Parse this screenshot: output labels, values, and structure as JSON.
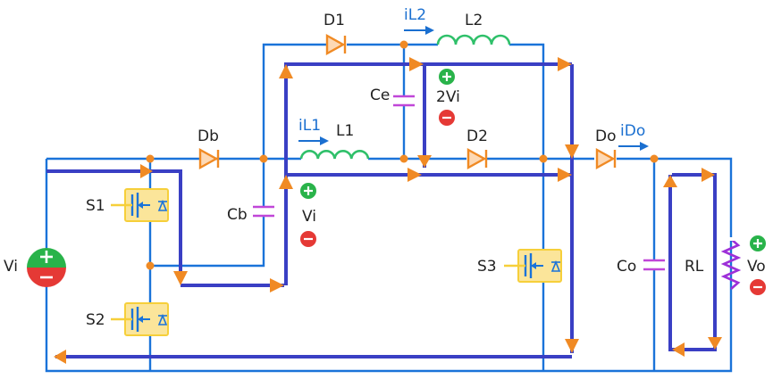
{
  "labels": {
    "d1": "D1",
    "l2": "L2",
    "il2": "iL2",
    "ce": "Ce",
    "v2": "2Vi",
    "db": "Db",
    "il1": "iL1",
    "l1": "L1",
    "d2": "D2",
    "do": "Do",
    "ido": "iDo",
    "s1": "S1",
    "s2": "S2",
    "s3": "S3",
    "cb": "Cb",
    "vi_mid": "Vi",
    "vi_src": "Vi",
    "co": "Co",
    "rl": "RL",
    "vo": "Vo"
  },
  "colors": {
    "wire": "#1a73d9",
    "current_path": "#3a3fc4",
    "arrow": "#f08a24",
    "diode": "#f08a24",
    "inductor": "#2fc06a",
    "capacitor": "#c046d8",
    "resistor": "#9d2fd8",
    "mosfet": "#f6cf3a",
    "plus": "#29b34a",
    "minus": "#e53935"
  }
}
